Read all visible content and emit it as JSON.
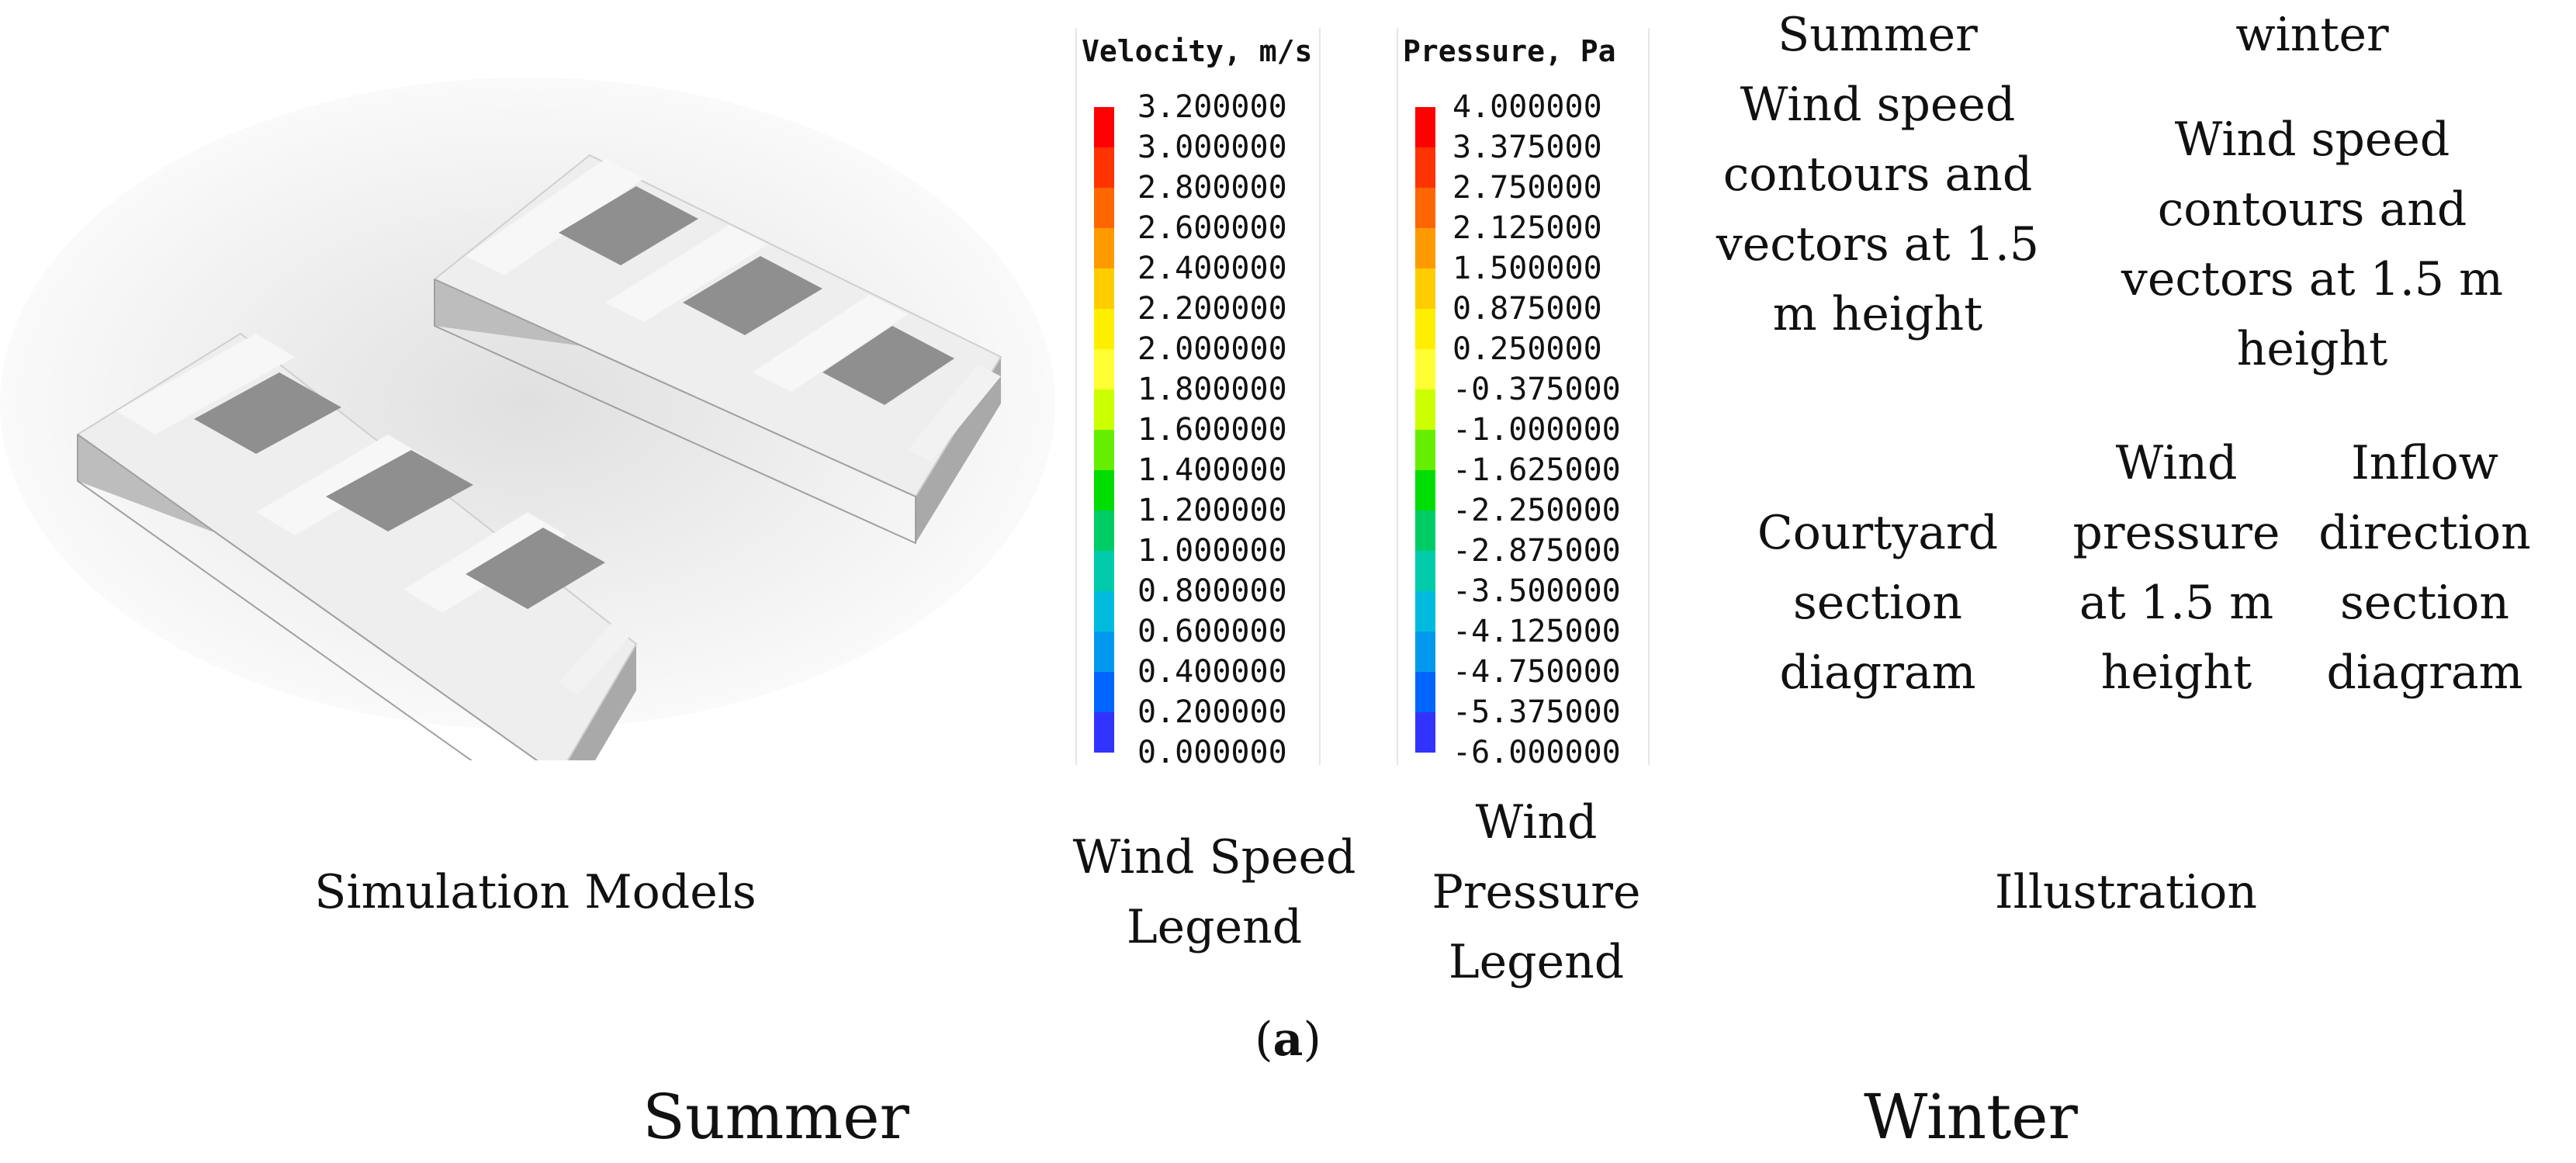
{
  "captions": {
    "simulation_models": "Simulation Models",
    "wind_speed_legend": "Wind Speed Legend",
    "wind_pressure_legend": "Wind Pressure Legend",
    "illustration": "Illustration",
    "panel_label_letter": "a",
    "panel_label_open": "(",
    "panel_label_close": ")"
  },
  "illustration_labels": {
    "summer_header": "Summer",
    "winter_header": "winter",
    "summer_desc": "Wind speed contours and vectors at 1.5 m height",
    "winter_desc": "Wind speed contours and vectors at 1.5 m height",
    "courtyard_section": "Courtyard section diagram",
    "wind_pressure": "Wind pressure at 1.5 m height",
    "inflow_direction": "Inflow direction section diagram"
  },
  "bottom_headers": {
    "summer": "Summer",
    "winter": "Winter"
  },
  "velocity_legend": {
    "title": "Velocity, m/s",
    "values": [
      "3.200000",
      "3.000000",
      "2.800000",
      "2.600000",
      "2.400000",
      "2.200000",
      "2.000000",
      "1.800000",
      "1.600000",
      "1.400000",
      "1.200000",
      "1.000000",
      "0.800000",
      "0.600000",
      "0.400000",
      "0.200000",
      "0.000000"
    ],
    "colors": [
      "#ff0000",
      "#ff3300",
      "#ff6600",
      "#ff9900",
      "#ffcc00",
      "#ffee00",
      "#ffff33",
      "#ccff00",
      "#66ee00",
      "#00dd00",
      "#00cc66",
      "#00ccaa",
      "#00bbdd",
      "#0099ee",
      "#0066ff",
      "#3333ff",
      "#0000ee"
    ]
  },
  "pressure_legend": {
    "title": "Pressure, Pa",
    "values": [
      "4.000000",
      "3.375000",
      "2.750000",
      "2.125000",
      "1.500000",
      "0.875000",
      "0.250000",
      "-0.375000",
      "-1.000000",
      "-1.625000",
      "-2.250000",
      "-2.875000",
      "-3.500000",
      "-4.125000",
      "-4.750000",
      "-5.375000",
      "-6.000000"
    ],
    "colors": [
      "#ff0000",
      "#ff3300",
      "#ff6600",
      "#ff9900",
      "#ffcc00",
      "#ffee00",
      "#ffff33",
      "#ccff00",
      "#66ee00",
      "#00dd00",
      "#00cc66",
      "#00ccaa",
      "#00bbdd",
      "#0099ee",
      "#0066ff",
      "#3333ff",
      "#0000ee"
    ]
  }
}
